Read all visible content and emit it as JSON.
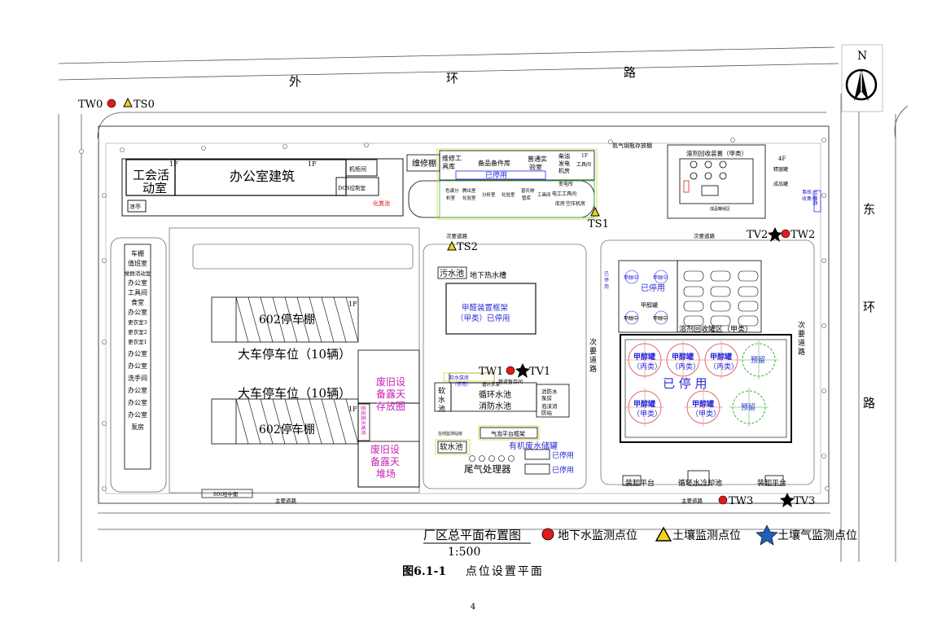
{
  "roads": {
    "outer_top": [
      "外",
      "环",
      "路"
    ],
    "outer_east": [
      "东",
      "环",
      "路"
    ],
    "secondary": "次要道路",
    "main": "主要道路",
    "secondary_vertical": "次\n要\n道\n路"
  },
  "compass": {
    "label": "N"
  },
  "buildings": {
    "union": "工会活\n动室",
    "union_floor": "1F",
    "office": "办公室建筑",
    "office_floor": "1F",
    "cabinet": "机柜间",
    "dcs": "DCS控制室",
    "chem": "化粪池",
    "pavilion": "凉亭",
    "repair_shed": "维修棚",
    "tool_store": "维修工\n具库",
    "spare_store": "备品备件库",
    "lab": "普通实\n验室",
    "diesel": "柴油\n发电\n机房",
    "floor_1f": "1F",
    "tools": "工具间",
    "disused": "已停用",
    "power": "变电所",
    "electric_tools": "电工工具间",
    "warehouse": "库房",
    "air_comp": "空压机房",
    "room_a": "色谱分\n析室",
    "room_b": "腾出室\n化验室",
    "room_c": "分析室",
    "room_d": "化验室",
    "room_e": "普氏物\n管库",
    "room_f": "工具间",
    "nitrogen": "氮气钢瓶存放棚",
    "solvent_recovery": "溶剂回收装置（甲类）",
    "fourf": "4F",
    "fine_tank": "精馏罐",
    "product_tank": "成品罐",
    "product_area": "成品罐组区",
    "accident_pool": "事故收集池",
    "left_rooms": [
      "车棚",
      "值班室",
      "党群活动室",
      "办公室",
      "工具间",
      "食堂",
      "办公室",
      "更衣室3",
      "更衣室2",
      "更衣室1",
      "办公室",
      "办公室",
      "洗手间",
      "办公室",
      "办公室",
      "办公室",
      "泵房"
    ],
    "shed_602": "602停车棚",
    "truck_parking": "大车停车位（10辆）",
    "waste_circle": "废旧设\n备露天\n存放圈",
    "waste_yard": "废旧设\n备露天\n堆场",
    "pipe_yard": "管道露天堆场",
    "scale": "80t地中衡",
    "sewage": "污水池",
    "hot_water": "地下热水槽",
    "methanol_frame": "甲醛装置框架\n（甲类）已停用",
    "soft_pump": "软水泵房\n（停用）",
    "circ_pump": "循环水泵",
    "pipe_storage": "管道暂存间",
    "soft_pool": "软\n水\n池",
    "circ_pool": "循环水池\n消防水池",
    "fire_pump": "消防水\n泵房",
    "foam": "泡沫消\n防站",
    "gas_frame": "气泡平台框架",
    "online_monitor": "在线监测站房",
    "soft_pool2": "软水池",
    "organic_tank": "有机废水储罐",
    "tail_gas": "尾气处理器",
    "solvent_area": "溶剂回收罐区（甲类）",
    "methanol_tank_c": "甲醇罐\n（丙类）",
    "methanol_tank_a": "甲醇罐\n（甲类）",
    "reserved": "预留",
    "big_disused": "已 停 用",
    "methanol_small": "甲醇中\n间罐",
    "methanol_tank": "甲醇罐",
    "loading": "装卸平台",
    "circ_cool": "循环水冷却池"
  },
  "points": {
    "TW0": "TW0",
    "TS0": "TS0",
    "TS1": "TS1",
    "TS2": "TS2",
    "TW1": "TW1",
    "TV1": "TV1",
    "TW2": "TW2",
    "TV2": "TV2",
    "TW3": "TW3",
    "TV3": "TV3"
  },
  "legend": {
    "title": "厂区总平面布置图",
    "scale": "1:500",
    "groundwater": "地下水监测点位",
    "soil": "土壤监测点位",
    "soil_gas": "土壤气监测点位"
  },
  "caption": {
    "figure": "图6.1-1",
    "title": "点位设置平面"
  },
  "page_number": "4",
  "colors": {
    "groundwater": "#e11b1b",
    "soil": "#f3d31b",
    "soil_gas": "#1f5fb8",
    "blue_text": "#2a2ad8",
    "magenta_text": "#c822b4",
    "disused_blue": "#2a2ad8",
    "green_dashed": "#35b535",
    "red_circle": "#e06a6a"
  }
}
